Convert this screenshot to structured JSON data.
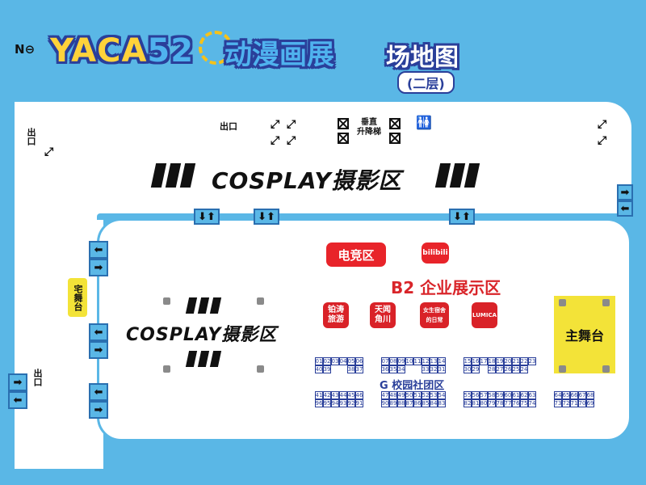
{
  "header": {
    "compass": "N",
    "logo_main": "YACA",
    "logo_number": "52",
    "event_name": "动漫画展",
    "map_title": "场地图",
    "floor": "(二层)"
  },
  "labels": {
    "exit": "出口",
    "cosplay_top": "COSPLAY摄影区",
    "cosplay_left": "COSPLAY摄影区",
    "elevator": "垂直\n升降梯",
    "esports": "电竞区",
    "bilibili": "bilibili",
    "b2_zone": "B2 企业展示区",
    "main_stage": "主舞台",
    "otaku_stage": "宅舞台",
    "clubs": "G 校园社团区"
  },
  "booths": {
    "b1": "铂涛\n旅游",
    "b2": "天闻\n角川",
    "b3": "女生宿舍\n的日常",
    "b4": "LUMICA"
  },
  "booth_rows": [
    {
      "id": "r1",
      "top": [
        "01",
        "02",
        "03",
        "04",
        "05",
        "06"
      ],
      "bottom": [
        "40",
        "39",
        "",
        "",
        "38",
        "37"
      ]
    },
    {
      "id": "r2",
      "top": [
        "07",
        "08",
        "09",
        "10",
        "11",
        "12",
        "13",
        "14"
      ],
      "bottom": [
        "36",
        "35",
        "34",
        "",
        "",
        "33",
        "32",
        "31"
      ]
    },
    {
      "id": "r3",
      "top": [
        "15",
        "16",
        "17",
        "18",
        "19",
        "20",
        "21",
        "22",
        "23"
      ],
      "bottom": [
        "30",
        "29",
        "",
        "28",
        "27",
        "26",
        "25",
        "24",
        ""
      ]
    },
    {
      "id": "r4",
      "top": [
        "41",
        "42",
        "43",
        "44",
        "45",
        "46"
      ],
      "bottom": [
        "96",
        "95",
        "94",
        "93",
        "92",
        "91"
      ]
    },
    {
      "id": "r5",
      "top": [
        "47",
        "48",
        "49",
        "50",
        "51",
        "52",
        "53",
        "54"
      ],
      "bottom": [
        "90",
        "89",
        "88",
        "87",
        "86",
        "85",
        "84",
        "83"
      ]
    },
    {
      "id": "r6",
      "top": [
        "55",
        "56",
        "57",
        "58",
        "59",
        "60",
        "61",
        "62",
        "63"
      ],
      "bottom": [
        "82",
        "81",
        "80",
        "79",
        "78",
        "77",
        "76",
        "75",
        "74"
      ]
    },
    {
      "id": "r7",
      "top": [
        "64",
        "65",
        "66",
        "67",
        "68"
      ],
      "bottom": [
        "73",
        "72",
        "71",
        "70",
        "69"
      ]
    }
  ],
  "arrows": {
    "updown": "⬇⬆",
    "right": "➡",
    "left": "⬅",
    "escalator": "⤢"
  },
  "colors": {
    "background": "#5ab7e6",
    "zone_red": "#e8242a",
    "stage_yellow": "#f3e338",
    "club_blue": "#2a3f9a"
  }
}
